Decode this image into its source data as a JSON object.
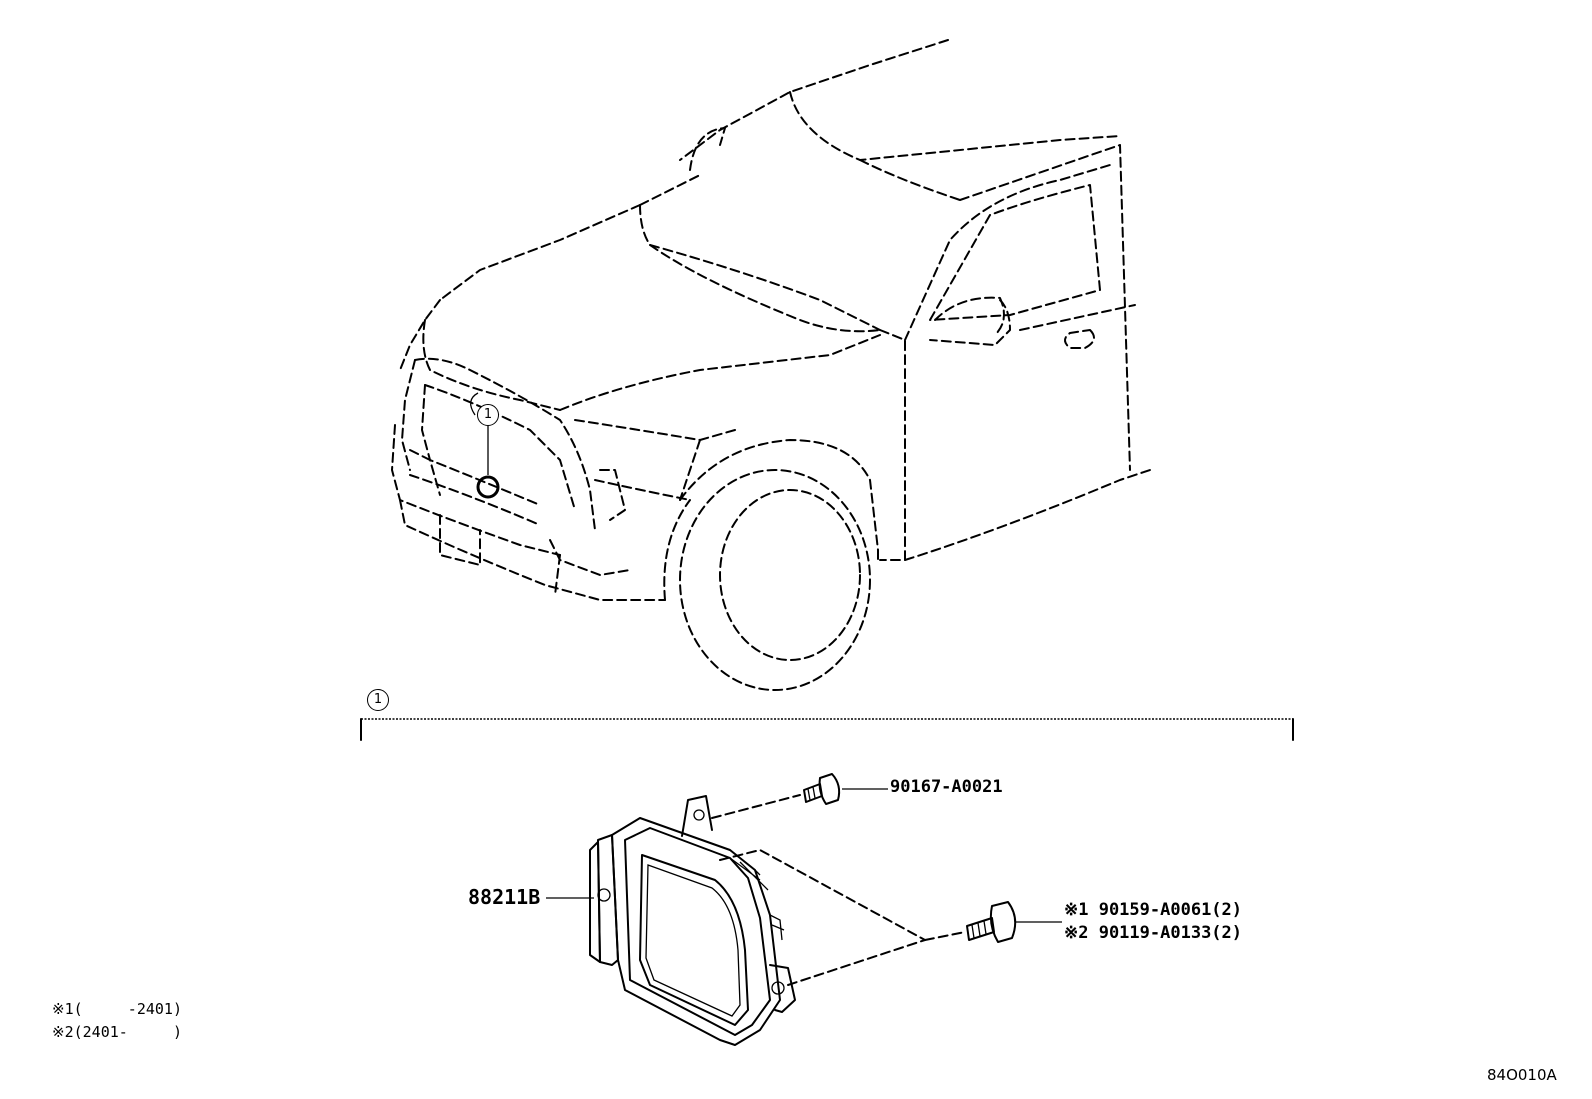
{
  "callouts": {
    "vehicle": "1",
    "group": "1"
  },
  "parts": {
    "radar": "88211B",
    "bolt_top": "90167-A0021",
    "bolt_right_1": "※1 90159-A0061(2)",
    "bolt_right_2": "※2 90119-A0133(2)"
  },
  "notes": {
    "line1": "※1(     -2401)",
    "line2": "※2(2401-     )"
  },
  "figure_code": "84O010A"
}
